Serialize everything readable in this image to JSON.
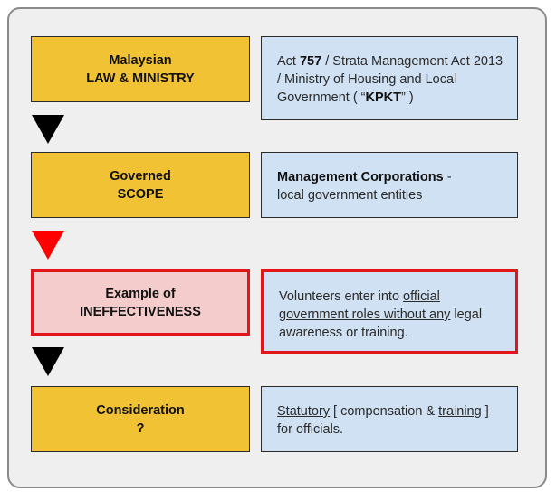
{
  "rows": [
    {
      "left": {
        "line1": "Malaysian",
        "line2": "LAW & MINISTRY"
      },
      "right": {
        "a": "Act ",
        "b": "757",
        "c": " / Strata Management Act 2013 / Ministry of Housing and Local Government ( “",
        "d": "KPKT",
        "e": "” )"
      }
    },
    {
      "left": {
        "line1": "Governed",
        "line2": "SCOPE"
      },
      "right": {
        "bold": "Management Corporations",
        "after": " -",
        "line2": "local government entities"
      }
    },
    {
      "left": {
        "line1": "Example of",
        "line2": "INEFFECTIVENESS"
      },
      "right": {
        "a": "Volunteers enter into ",
        "u1": "official government roles without any",
        "b": " legal awareness or training."
      }
    },
    {
      "left": {
        "line1": "Consideration",
        "line2": "?"
      },
      "right": {
        "u1": "Statutory",
        "a": " [ compensation & ",
        "u2": "training",
        "b": " ] for officials."
      }
    }
  ],
  "colors": {
    "gold": "#f1c233",
    "blue": "#cfe1f3",
    "pink": "#f4cccc",
    "red": "#e0161b",
    "black_arrow": "#000000",
    "red_arrow": "#ff0000"
  }
}
